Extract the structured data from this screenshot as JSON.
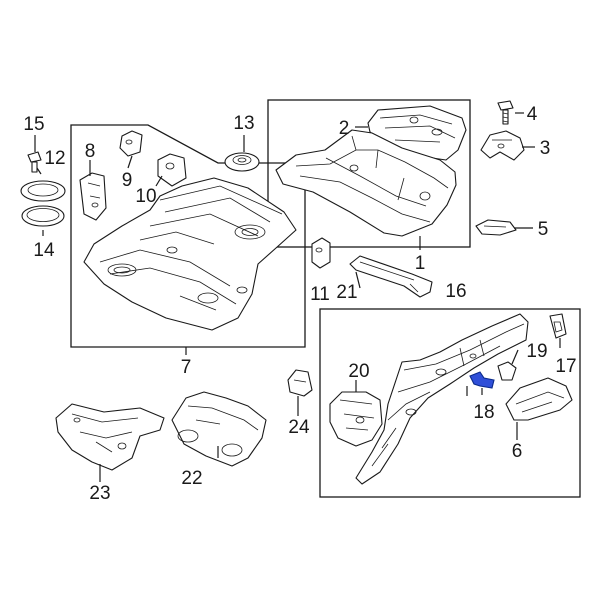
{
  "callouts": {
    "c1": "1",
    "c2": "2",
    "c3": "3",
    "c4": "4",
    "c5": "5",
    "c6": "6",
    "c7": "7",
    "c8": "8",
    "c9": "9",
    "c10": "10",
    "c11": "11",
    "c12": "12",
    "c13": "13",
    "c14": "14",
    "c15": "15",
    "c16": "16",
    "c17": "17",
    "c18": "18",
    "c19": "19",
    "c20": "20",
    "c21": "21",
    "c22": "22",
    "c23": "23",
    "c24": "24"
  },
  "colors": {
    "line": "#1a1a1a",
    "highlight": "#2f4fd8"
  }
}
